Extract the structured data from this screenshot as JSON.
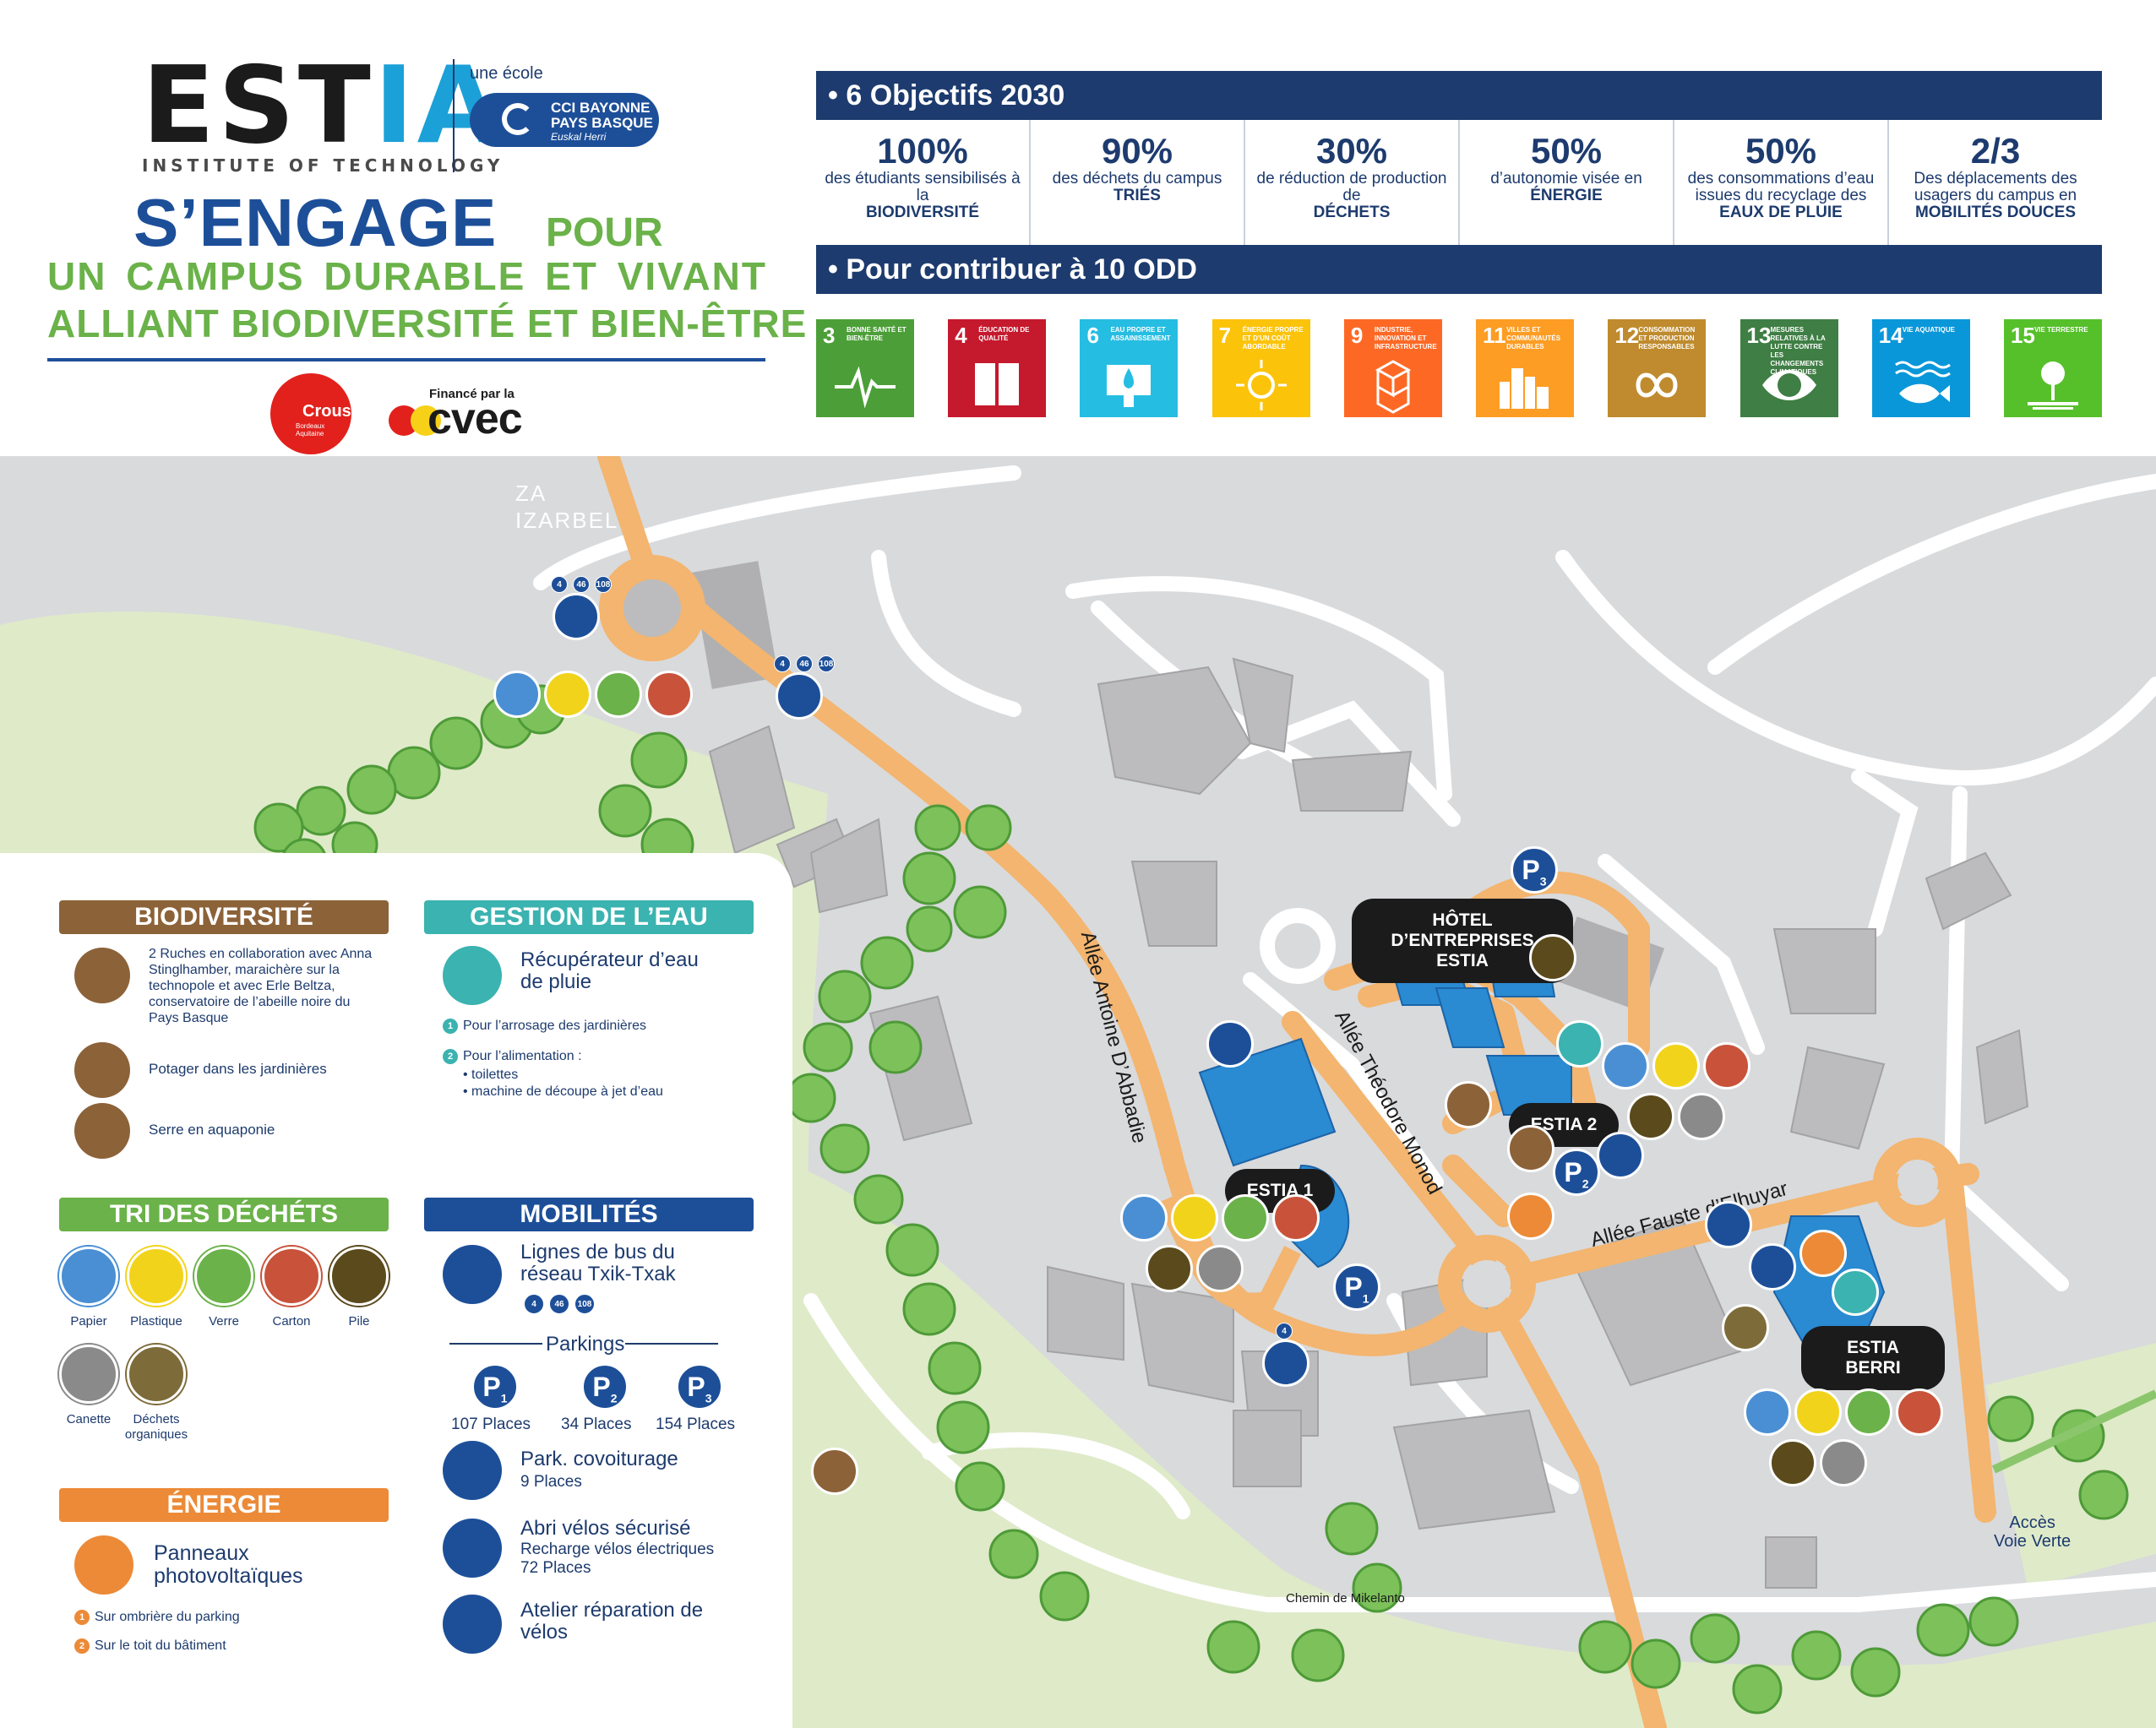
{
  "header": {
    "logo": {
      "word_main": "EST",
      "word_i": "I",
      "word_a": "A",
      "subtitle": "INSTITUTE OF TECHNOLOGY"
    },
    "une_ecole": "une école",
    "cci": {
      "line1": "CCI BAYONNE",
      "line2": "PAYS BASQUE",
      "line3": "Euskal Herri"
    },
    "title_main": "S’ENGAGE",
    "title_pour": "POUR",
    "title_line2": "UN CAMPUS DURABLE ET VIVANT",
    "title_line3": "ALLIANT BIODIVERSITÉ ET BIEN-ÊTRE",
    "crous": {
      "name": "Crous",
      "sub": "Bordeaux Aquitaine"
    },
    "cvec": {
      "financed": "Financé par la",
      "word": "cvec"
    }
  },
  "objectives": {
    "heading": "• 6 Objectifs 2030",
    "items": [
      {
        "value": "100%",
        "text": "des étudiants sensibilisés à la",
        "key": "BIODIVERSITÉ"
      },
      {
        "value": "90%",
        "text": "des déchets du campus",
        "key": "TRIÉS"
      },
      {
        "value": "30%",
        "text": "de réduction de production de",
        "key": "DÉCHETS"
      },
      {
        "value": "50%",
        "text": "d’autonomie visée en",
        "key": "ÉNERGIE"
      },
      {
        "value": "50%",
        "text": "des consommations d’eau issues du recyclage des",
        "key": "EAUX DE PLUIE"
      },
      {
        "value": "2/3",
        "text": "Des déplacements des usagers du campus en",
        "key": "MOBILITÉS DOUCES"
      }
    ]
  },
  "odd": {
    "heading": "• Pour contribuer à 10 ODD",
    "items": [
      {
        "num": "3",
        "label": "BONNE SANTÉ ET BIEN-ÊTRE",
        "color": "#4c9f38",
        "icon": "heartbeat-icon"
      },
      {
        "num": "4",
        "label": "ÉDUCATION DE QUALITÉ",
        "color": "#c5192d",
        "icon": "book-icon"
      },
      {
        "num": "6",
        "label": "EAU PROPRE ET ASSAINISSEMENT",
        "color": "#26bde2",
        "icon": "water-drop-icon"
      },
      {
        "num": "7",
        "label": "ÉNERGIE PROPRE ET D’UN COÛT ABORDABLE",
        "color": "#fcc30b",
        "icon": "sun-icon"
      },
      {
        "num": "9",
        "label": "INDUSTRIE, INNOVATION ET INFRASTRUCTURE",
        "color": "#fd6925",
        "icon": "cubes-icon"
      },
      {
        "num": "11",
        "label": "VILLES ET COMMUNAUTÉS DURABLES",
        "color": "#fd9d24",
        "icon": "city-icon"
      },
      {
        "num": "12",
        "label": "CONSOMMATION ET PRODUCTION RESPONSABLES",
        "color": "#bf8b2e",
        "icon": "infinity-icon"
      },
      {
        "num": "13",
        "label": "MESURES RELATIVES À LA LUTTE CONTRE LES CHANGEMENTS CLIMATIQUES",
        "color": "#3f7e44",
        "icon": "eye-globe-icon"
      },
      {
        "num": "14",
        "label": "VIE AQUATIQUE",
        "color": "#0a97d9",
        "icon": "fish-icon"
      },
      {
        "num": "15",
        "label": "VIE TERRESTRE",
        "color": "#56c02b",
        "icon": "tree-icon"
      }
    ]
  },
  "map": {
    "za": "ZA\nIZARBEL",
    "streets": {
      "abbadie": "Allée Antoine D’Abbadie",
      "monod": "Allée Théodore Monod",
      "elhuyar": "Allée Fauste d’Elhuyar",
      "mikelanto": "Chemin de Mikelanto"
    },
    "buildings": {
      "hotel": "HÔTEL D’ENTREPRISES ESTIA",
      "estia1": "ESTIA 1",
      "estia2": "ESTIA 2",
      "berri": "ESTIA BERRI"
    },
    "acces": "Accès\nVoie Verte",
    "bus_lines": [
      "4",
      "46",
      "108"
    ],
    "bus_line_single": "4",
    "parkings": [
      "1",
      "2",
      "3"
    ],
    "small_nums": [
      "1",
      "2"
    ]
  },
  "legend": {
    "biodiversite": {
      "title": "BIODIVERSITÉ",
      "color": "#8c6239",
      "items": [
        "2 Ruches en collaboration avec Anna Stinglhamber, maraichère sur la technopole et avec Erle Beltza, conservatoire de l’abeille noire du Pays Basque",
        "Potager dans les jardinières",
        "Serre en aquaponie"
      ]
    },
    "eau": {
      "title": "GESTION DE L’EAU",
      "color": "#3bb3b0",
      "main": "Récupérateur d’eau de pluie",
      "n1": "1",
      "item1": "Pour l’arrosage des jardinières",
      "n2": "2",
      "item2": "Pour l’alimentation :",
      "sub1": "• toilettes",
      "sub2": "• machine de découpe à jet d’eau"
    },
    "tri": {
      "title": "TRI DES DÉCHÉTS",
      "color": "#6ab249",
      "bins": [
        {
          "label": "Papier",
          "color": "#4a8fd4",
          "icon": "paper-bin-icon"
        },
        {
          "label": "Plastique",
          "color": "#f2d31b",
          "icon": "plastic-bottle-icon"
        },
        {
          "label": "Verre",
          "color": "#6ab249",
          "icon": "glass-bottle-icon"
        },
        {
          "label": "Carton",
          "color": "#c8533a",
          "icon": "carton-box-icon"
        },
        {
          "label": "Pile",
          "color": "#5a4a1c",
          "icon": "battery-icon"
        },
        {
          "label": "Canette",
          "color": "#8a8a8a",
          "icon": "can-icon"
        },
        {
          "label": "Déchets organiques",
          "color": "#7d6b3a",
          "icon": "organic-waste-icon"
        }
      ]
    },
    "mobilites": {
      "title": "MOBILITÉS",
      "color": "#1d4f99",
      "bus": "Lignes de bus du réseau Txik-Txak",
      "parkings_title": "Parkings",
      "parkings": [
        {
          "n": "1",
          "places": "107 Places"
        },
        {
          "n": "2",
          "places": "34 Places"
        },
        {
          "n": "3",
          "places": "154 Places"
        }
      ],
      "covoit": "Park. covoiturage",
      "covoit_sub": "9 Places",
      "velo": "Abri vélos sécurisé",
      "velo_sub1": "Recharge vélos électriques",
      "velo_sub2": "72 Places",
      "atelier": "Atelier réparation de vélos"
    },
    "energie": {
      "title": "ÉNERGIE",
      "color": "#ec8a37",
      "main": "Panneaux photovoltaïques",
      "n1": "1",
      "item1": "Sur ombrière du parking",
      "n2": "2",
      "item2": "Sur le toit du bâtiment"
    }
  }
}
